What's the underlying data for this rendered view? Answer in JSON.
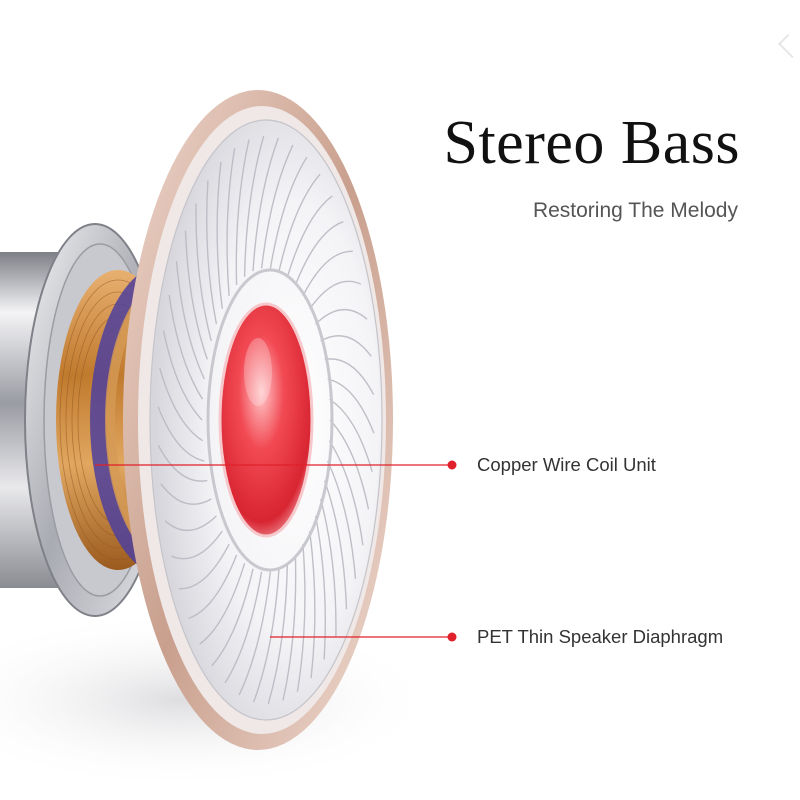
{
  "header": {
    "title": "Stereo Bass",
    "subtitle": "Restoring The Melody"
  },
  "callouts": [
    {
      "label": "Copper Wire Coil Unit"
    },
    {
      "label": "PET Thin Speaker Diaphragm"
    }
  ],
  "colors": {
    "accent_red": "#e0202a",
    "dome_red": "#f0404a",
    "copper": "#c98a3a",
    "chrome": "#cfcfd4",
    "rose_gold_rim": "#d9b6a6",
    "text_dark": "#111111",
    "text_gray": "#555555"
  }
}
